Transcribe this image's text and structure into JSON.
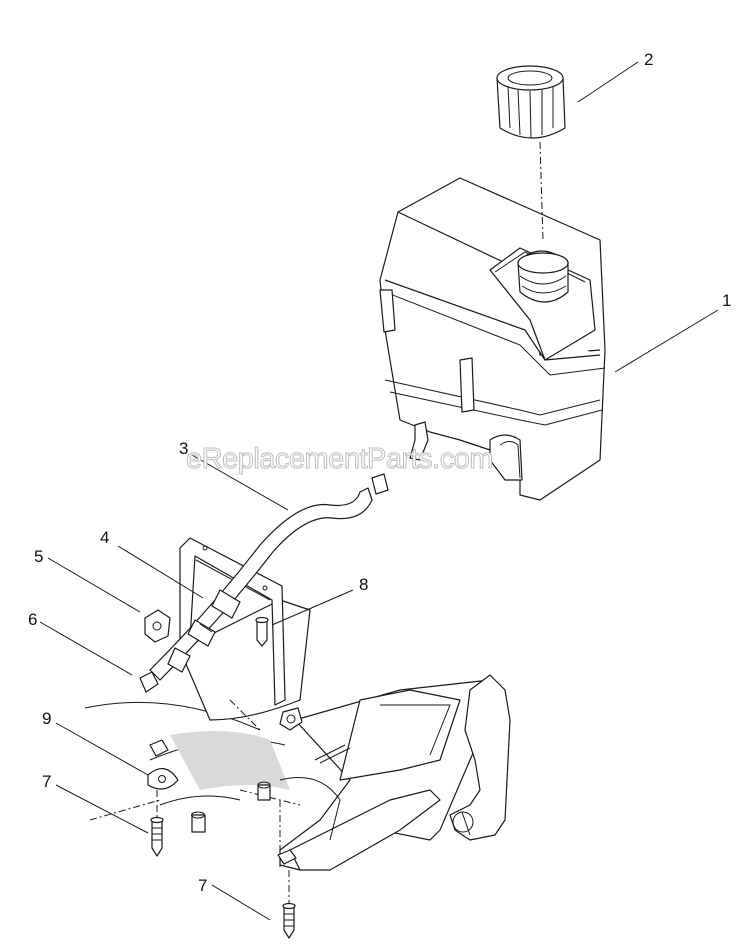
{
  "watermark": "eReplacementParts.com",
  "callouts": {
    "tank": "1",
    "cap": "2",
    "fuel_line": "3",
    "fuel_filter": "4",
    "clip": "5",
    "clamp": "6",
    "bolt_left": "7",
    "bolt_bottom": "7",
    "bracket": "8",
    "washer": "9"
  },
  "colors": {
    "line": "#1a1a1a",
    "watermark_stroke": "#bdbdbd",
    "background": "#ffffff"
  }
}
